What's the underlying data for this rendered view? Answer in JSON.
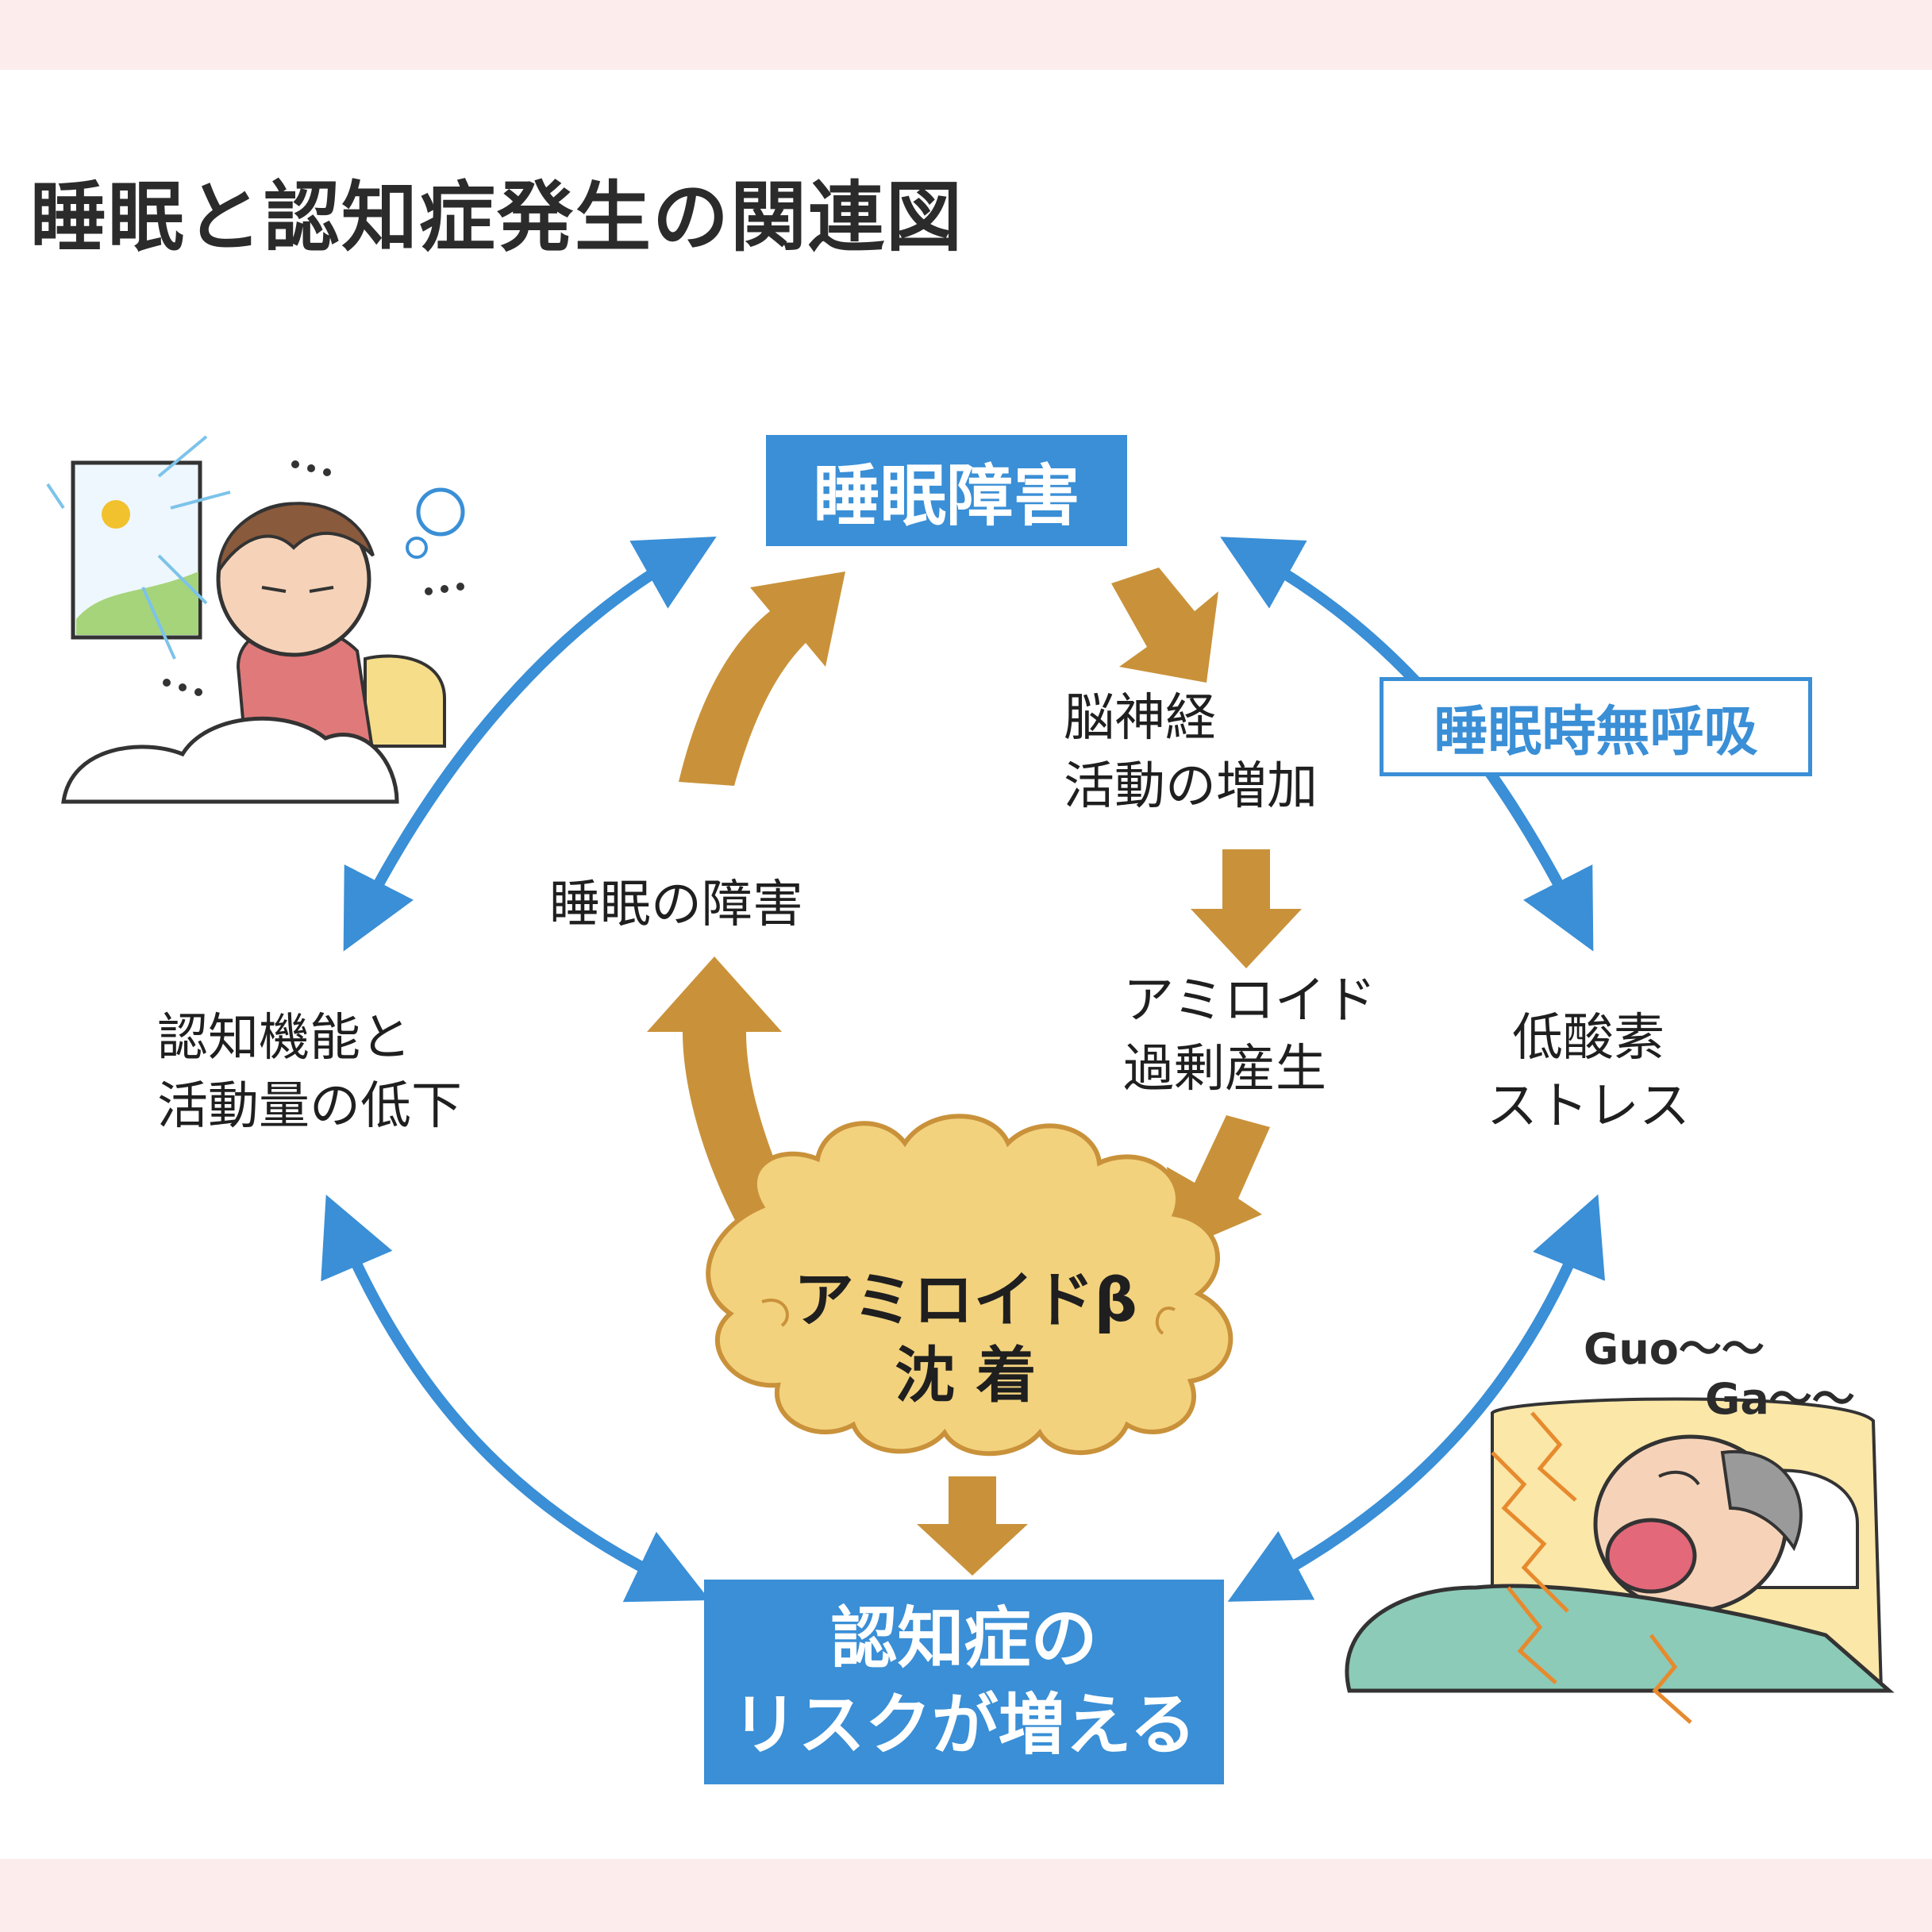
{
  "title": "睡眠と認知症発生の関連図",
  "nodes": {
    "sleep_disorder": "睡眠障害",
    "apnea": "睡眠時無呼吸",
    "neuro_line1": "脳神経",
    "neuro_line2": "活動の増加",
    "amyloid_line1": "アミロイド",
    "amyloid_line2": "過剰産生",
    "hypoxia_line1": "低酸素",
    "hypoxia_line2": "ストレス",
    "sleep_impair": "睡眠の障害",
    "cognition_line1": "認知機能と",
    "cognition_line2": "活動量の低下",
    "deposit_line1": "アミロイドβ",
    "deposit_line2": "沈 着",
    "risk_line1": "認知症の",
    "risk_line2": "リスクが増える"
  },
  "snore": {
    "guo": "Guo～～",
    "ga": "Ga～～"
  },
  "colors": {
    "blue": "#3a8fd6",
    "gold": "#c9923a",
    "cloud": "#f3d27e",
    "background": "#fdecec"
  }
}
